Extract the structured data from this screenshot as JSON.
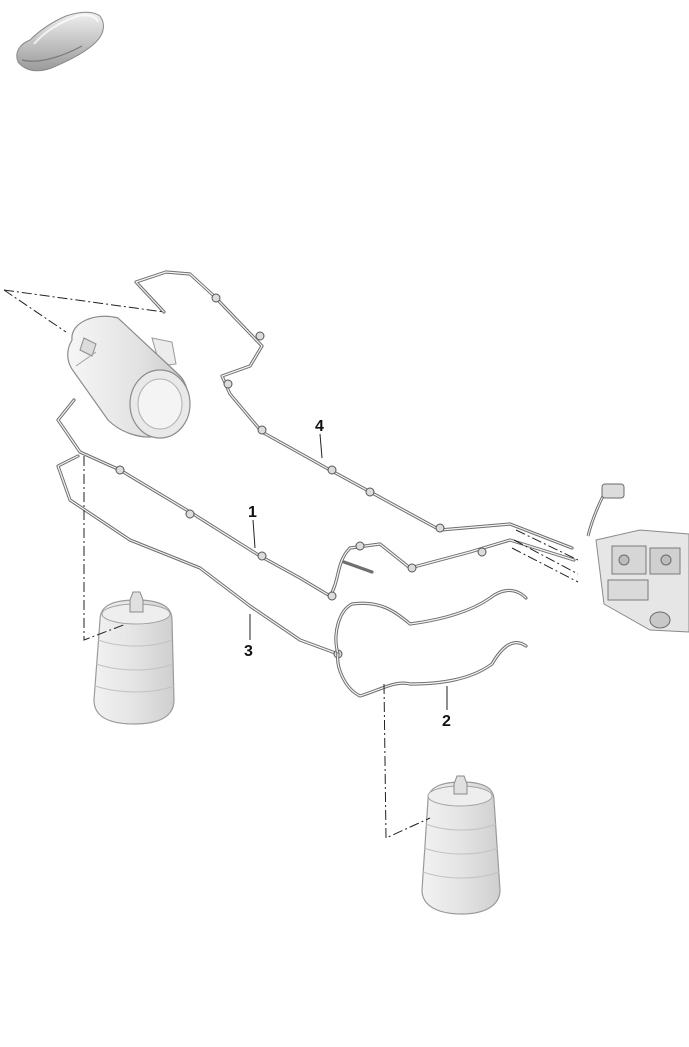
{
  "callouts": [
    {
      "id": "1",
      "text": "1"
    },
    {
      "id": "2",
      "text": "2"
    },
    {
      "id": "3",
      "text": "3"
    },
    {
      "id": "4",
      "text": "4"
    }
  ],
  "icons": {
    "vehicle_thumbnail": "car-silhouette-icon",
    "pressure_reservoir": "air-reservoir-tank",
    "front_air_spring": "air-spring",
    "rear_air_spring": "air-spring",
    "valve_block": "valve-block-assembly"
  },
  "colors": {
    "line_stroke": "#6f6f6f",
    "part_fill": "#e6e6e6",
    "text": "#111111"
  }
}
